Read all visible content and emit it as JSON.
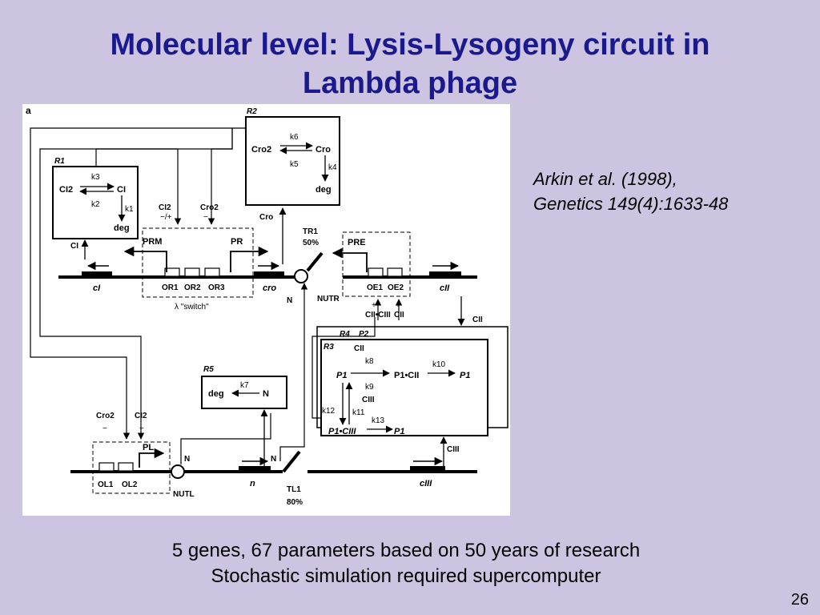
{
  "slide": {
    "title_line1": "Molecular level: Lysis-Lysogeny circuit in",
    "title_line2": "Lambda phage",
    "citation_line1": "Arkin et al. (1998),",
    "citation_line2": "Genetics 149(4):1633-48",
    "note_line1": "5 genes, 67 parameters based on 50 years of research",
    "note_line2": "Stochastic simulation required supercomputer",
    "page_number": "26"
  },
  "figure": {
    "panel_letter": "a",
    "boxes": {
      "r1": "R1",
      "r2": "R2",
      "r3": "R3",
      "r4": "R4",
      "r5": "R5",
      "p2": "P2"
    },
    "species": {
      "ci2": "CI2",
      "ci": "CI",
      "cro2": "Cro2",
      "cro": "Cro",
      "deg": "deg",
      "cii": "CII",
      "ciii": "CIII",
      "p1": "P1",
      "p1cii": "P1•CII",
      "p1ciii": "P1•CIII",
      "ciiciii": "CII•CIII",
      "n": "N"
    },
    "rates": {
      "k1": "k1",
      "k2": "k2",
      "k3": "k3",
      "k4": "k4",
      "k5": "k5",
      "k6": "k6",
      "k7": "k7",
      "k8": "k8",
      "k9": "k9",
      "k10": "k10",
      "k11": "k11",
      "k12": "k12",
      "k13": "k13"
    },
    "genes": {
      "ci": "cI",
      "cro": "cro",
      "cii": "cII",
      "ciii": "cIII",
      "n": "n"
    },
    "promoters": {
      "prm": "PRM",
      "pr": "PR",
      "pre": "PRE",
      "pl": "PL"
    },
    "operators": {
      "or1": "OR1",
      "or2": "OR2",
      "or3": "OR3",
      "oe1": "OE1",
      "oe2": "OE2",
      "ol1": "OL1",
      "ol2": "OL2"
    },
    "terminators": {
      "tr1": "TR1",
      "tr1_pct": "50%",
      "tl1": "TL1",
      "tl1_pct": "80%",
      "nutr": "NUTR",
      "nutl": "NUTL"
    },
    "signs": {
      "minus_plus": "−/+",
      "minus": "−",
      "plus": "+"
    },
    "switch_label": "λ \"switch\""
  }
}
